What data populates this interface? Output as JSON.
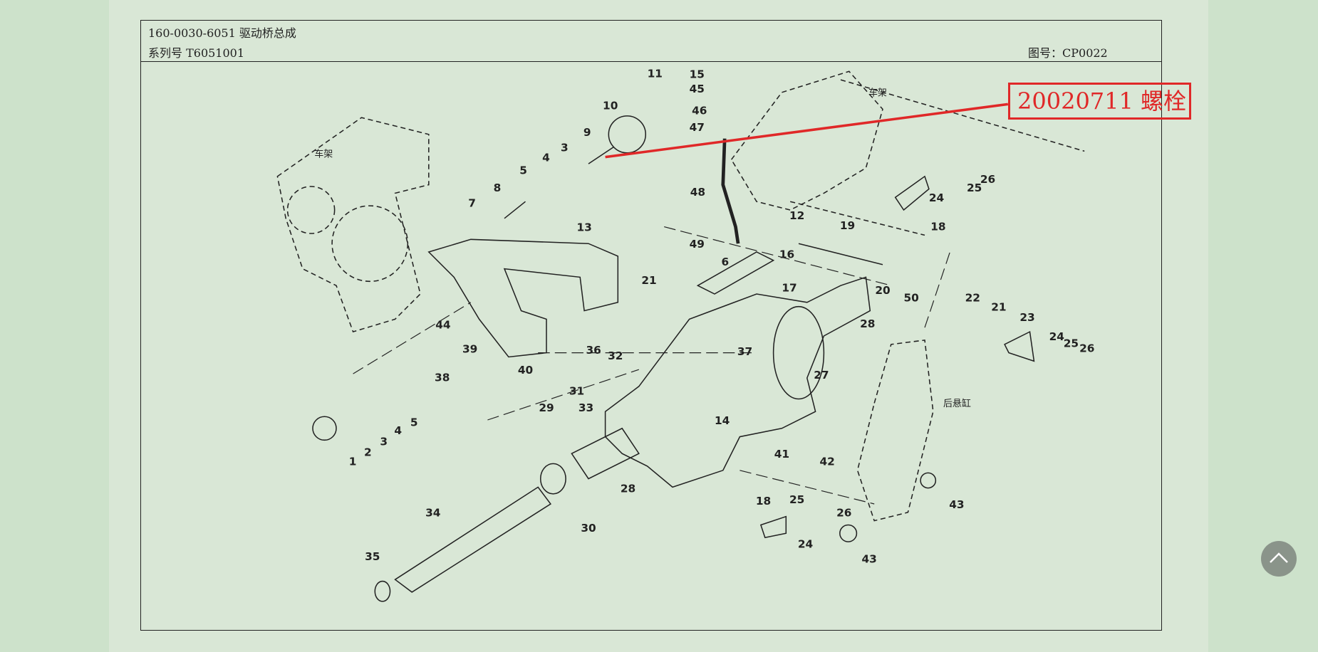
{
  "header": {
    "title": "160-0030-6051 驱动桥总成",
    "serial": "系列号 T6051001",
    "drawing_no": "图号：CP0022"
  },
  "callout": {
    "text": "20020711 螺栓",
    "color": "#e02828"
  },
  "diagram": {
    "frame_label_left": "车架",
    "frame_label_right": "车架",
    "cylinder_label": "后悬缸",
    "parts": [
      "11",
      "15",
      "45",
      "46",
      "47",
      "10",
      "9",
      "3",
      "4",
      "5",
      "8",
      "7",
      "13",
      "48",
      "12",
      "19",
      "18",
      "24",
      "25",
      "26",
      "49",
      "6",
      "16",
      "17",
      "21",
      "20",
      "50",
      "44",
      "22",
      "21",
      "23",
      "28",
      "37",
      "36",
      "32",
      "39",
      "40",
      "38",
      "27",
      "24",
      "25",
      "26",
      "31",
      "33",
      "29",
      "14",
      "5",
      "4",
      "3",
      "2",
      "1",
      "41",
      "42",
      "28",
      "43",
      "18",
      "25",
      "26",
      "24",
      "43",
      "34",
      "30",
      "35"
    ]
  },
  "scroll_top": {
    "icon": "chevron-up-icon"
  }
}
